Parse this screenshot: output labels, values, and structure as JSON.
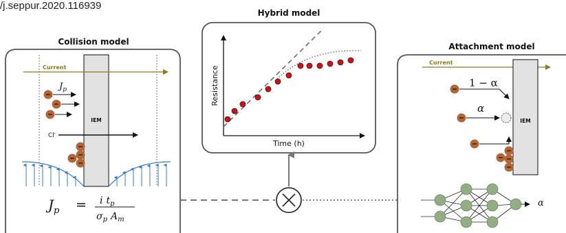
{
  "doi_text": "/j.seppur.2020.116939",
  "colors": {
    "panel_border": "#555555",
    "current": "#8c7a1e",
    "particle": "#b0683a",
    "red_dot": "#c0161c",
    "node": "#93ad84",
    "field_lines": "#3a7ebf"
  },
  "collision_model": {
    "title": "Collision model",
    "current_label": "Current",
    "jp_label": "J",
    "jp_sub": "p",
    "chloride_label": "Cl",
    "chloride_sup": "-",
    "membrane_label": "IEM",
    "formula": {
      "lhs": "J",
      "lhs_sub": "p",
      "equals": "=",
      "num_i": "i",
      "num_t": "t",
      "num_t_sub": "p",
      "den_sigma": "σ",
      "den_sigma_sub": "p",
      "den_a": "A",
      "den_a_sub": "m"
    }
  },
  "hybrid_model": {
    "title": "Hybrid model",
    "y_label": "Resistance",
    "x_label": "Time (h)",
    "combine_icon": "multiply-circle-icon"
  },
  "attachment_model": {
    "title": "Attachment model",
    "current_label": "Current",
    "one_minus_alpha": "1 − α",
    "alpha_label": "α",
    "membrane_label": "IEM",
    "nn_output_label": "α"
  }
}
